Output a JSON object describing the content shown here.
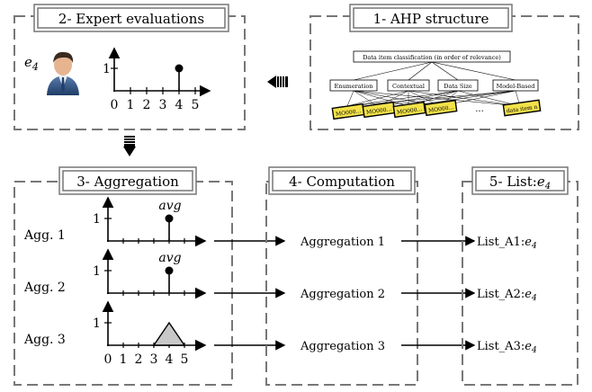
{
  "panels": {
    "expert": {
      "title": "2- Expert evaluations",
      "expert_label": "e",
      "expert_sub": "4",
      "y_tick": "1",
      "x_ticks": [
        "0",
        "1",
        "2",
        "3",
        "4",
        "5"
      ]
    },
    "ahp": {
      "title": "1- AHP structure",
      "root": "Data item classification (in order of relevance)",
      "criteria": [
        "Enumeration",
        "Contextual",
        "Data Size",
        "Model-Based"
      ],
      "items": [
        "MO000...",
        "MO000...",
        "MO000...",
        "MO000..."
      ],
      "last_item": "data item n",
      "ellipsis": "..."
    },
    "aggregation": {
      "title": "3- Aggregation",
      "rows": [
        {
          "label": "Agg. 1",
          "mark": "avg",
          "kind": "stem"
        },
        {
          "label": "Agg. 2",
          "mark": "avg",
          "kind": "stem"
        },
        {
          "label": "Agg. 3",
          "mark": "",
          "kind": "triangle"
        }
      ],
      "y_tick": "1",
      "x_ticks": [
        "0",
        "1",
        "2",
        "3",
        "4",
        "5"
      ]
    },
    "computation": {
      "title": "4- Computation",
      "rows": [
        "Aggregation 1",
        "Aggregation 2",
        "Aggregation 3"
      ]
    },
    "list": {
      "title_prefix": "5- List:",
      "title_var": "e",
      "title_sub": "4",
      "rows": [
        {
          "prefix": "List_A1:",
          "var": "e",
          "sub": "4"
        },
        {
          "prefix": "List_A2:",
          "var": "e",
          "sub": "4"
        },
        {
          "prefix": "List_A3:",
          "var": "e",
          "sub": "4"
        }
      ]
    }
  }
}
